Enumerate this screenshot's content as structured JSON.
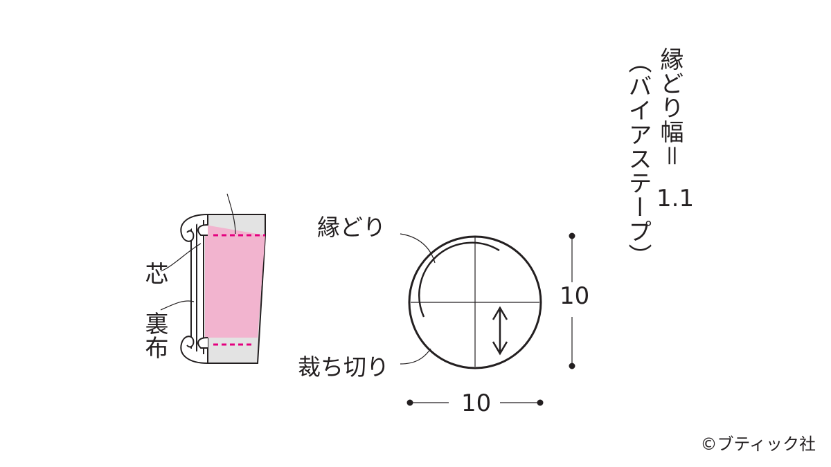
{
  "labels": {
    "border_width": "縁どり幅＝",
    "border_width_value": "1.1",
    "bias_tape": "（バイアステープ）",
    "binding": "縁どり",
    "cut_off": "裁ち切り",
    "interfacing": "芯",
    "lining": "裏布"
  },
  "dimensions": {
    "height": "10",
    "width": "10"
  },
  "credit": "©ブティック社",
  "colors": {
    "lining_fill": "#f2b4cf",
    "outer_fill": "#e3e3e3",
    "stitch": "#e4007f",
    "line": "#231f20"
  }
}
